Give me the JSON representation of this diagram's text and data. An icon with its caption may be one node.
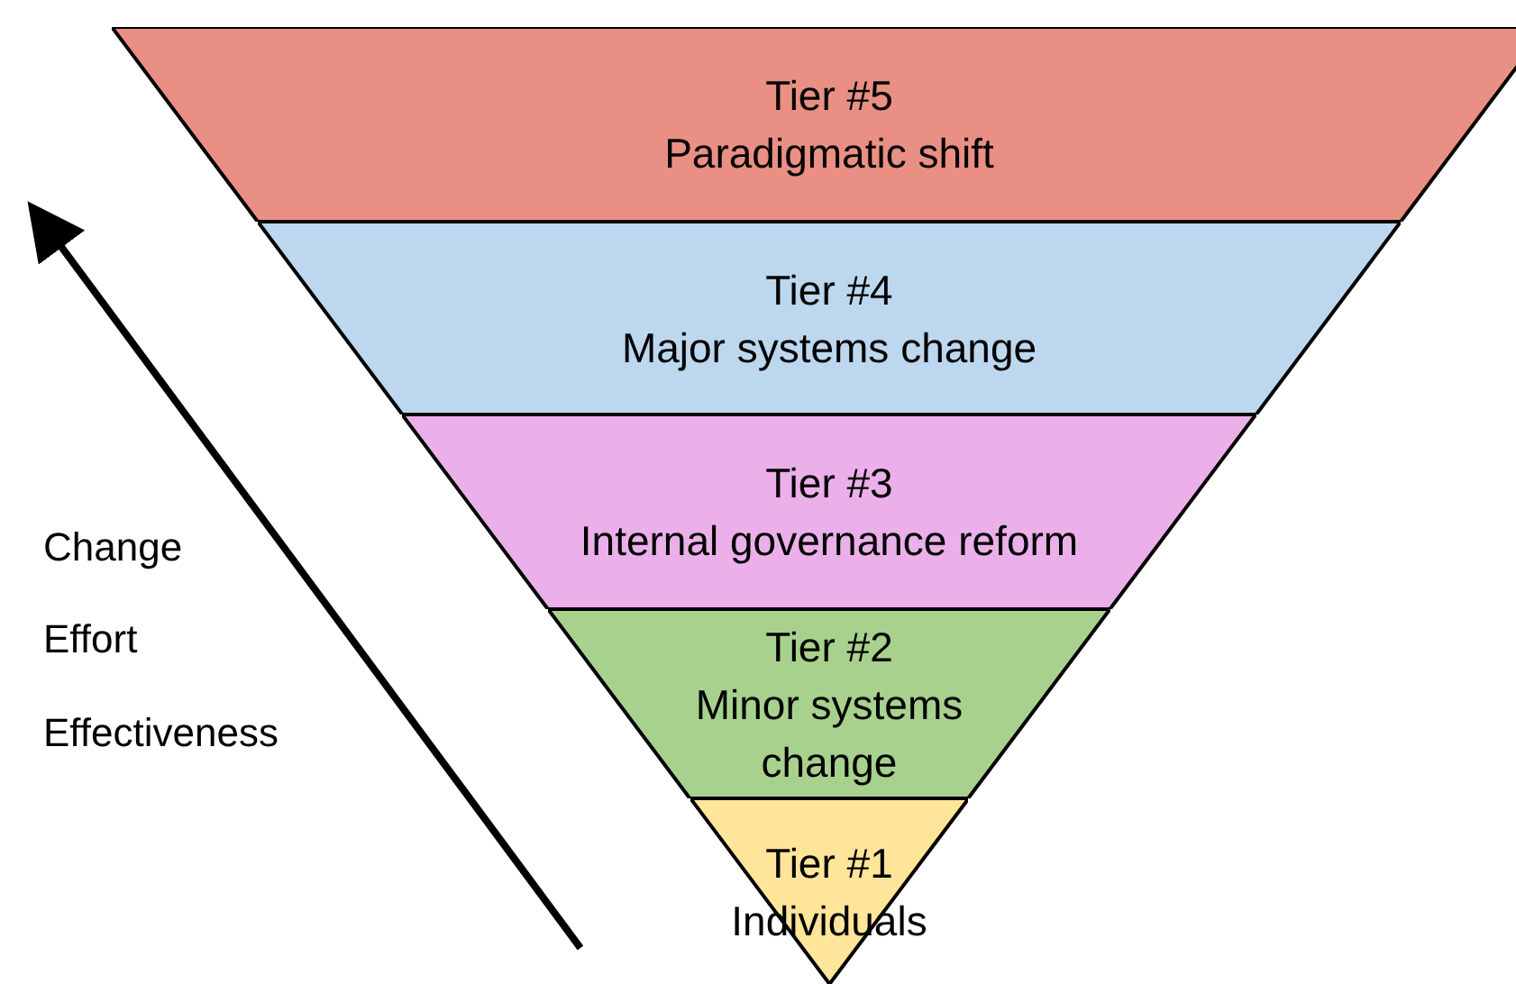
{
  "diagram": {
    "nodes": [
      {
        "text": [
          "Tier #5",
          "Paradigmatic shift"
        ]
      },
      {
        "text": [
          "Tier #4",
          "Major systems change"
        ]
      },
      {
        "text": [
          "Tier #3",
          "Internal governance reform"
        ]
      },
      {
        "text": [
          "Tier #2",
          "Minor systems change"
        ]
      },
      {
        "text": [
          "Tier #1",
          "Individuals"
        ]
      }
    ],
    "labels": [
      "Change",
      "Effort",
      "Effectiveness"
    ]
  }
}
